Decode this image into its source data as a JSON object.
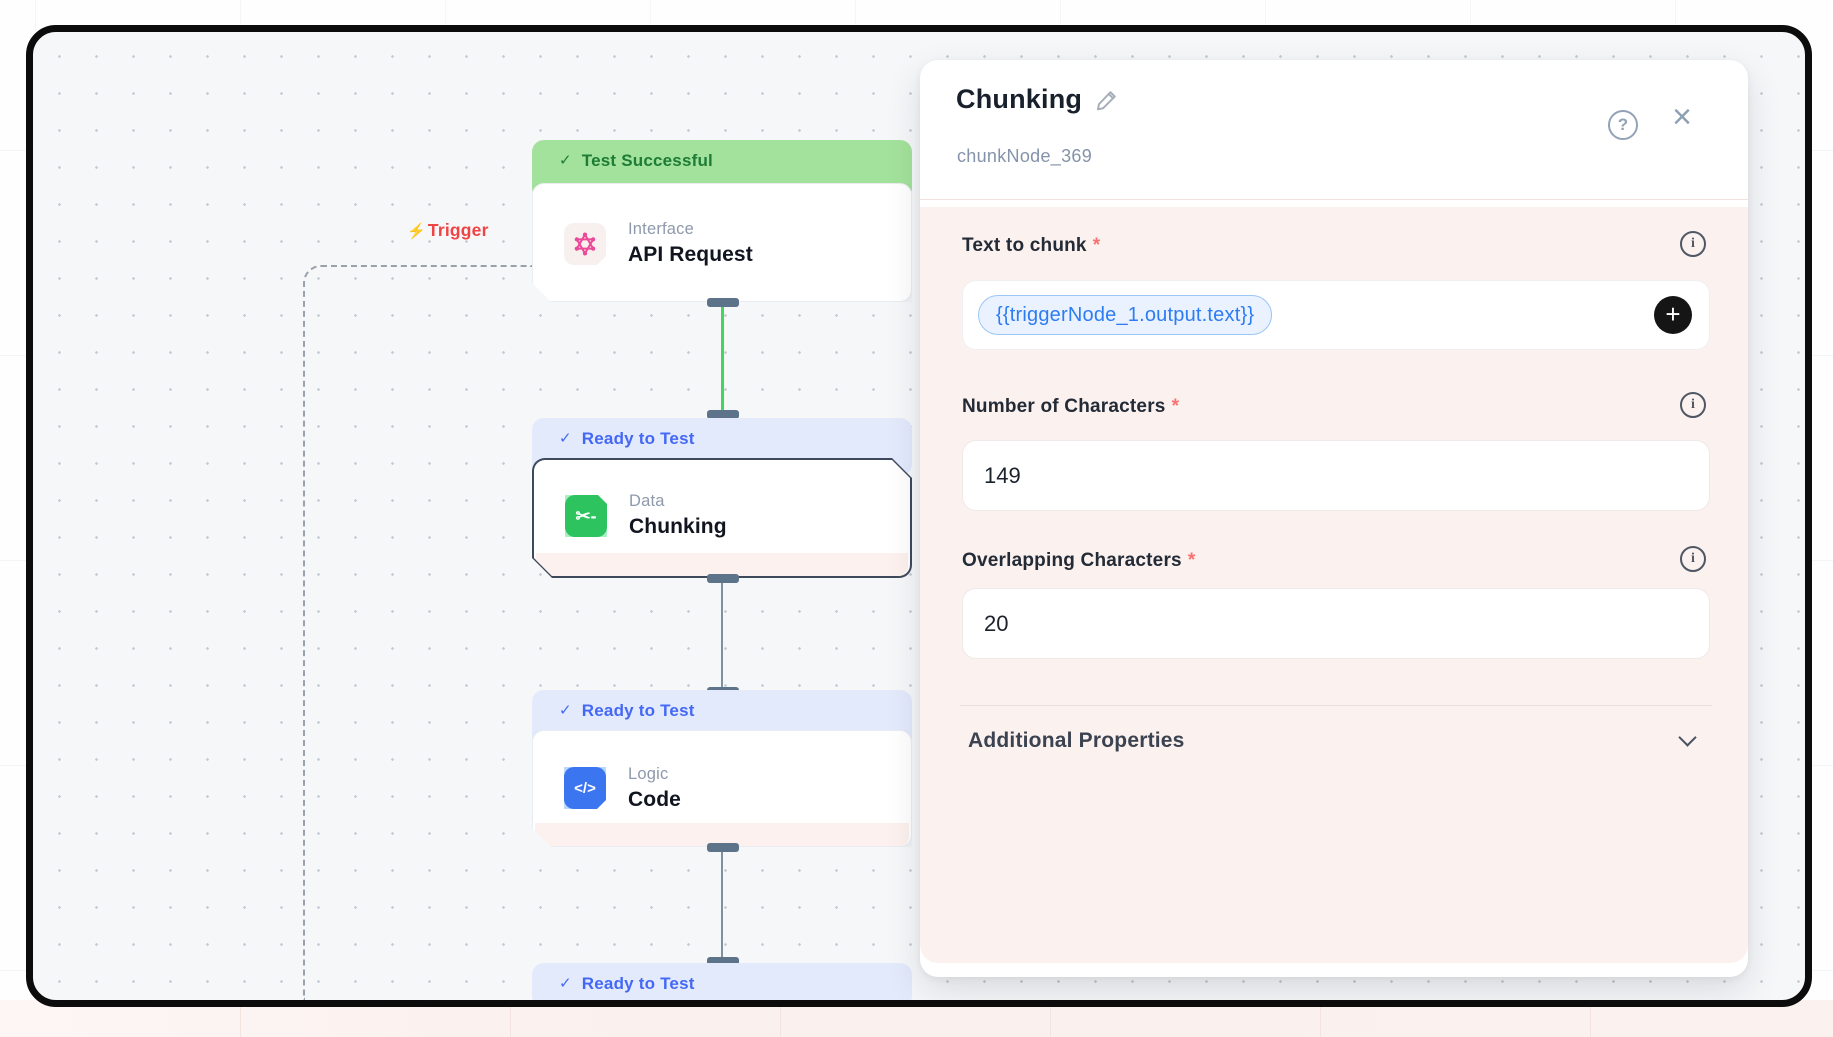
{
  "icons": {
    "check": "✓",
    "bolt": "⚡",
    "question": "?",
    "close": "×",
    "plus": "+",
    "info": "i",
    "scissors": "✂-",
    "code": "</>"
  },
  "colors": {
    "success_badge_bg": "#a3e29c",
    "success_badge_text": "#1d7c35",
    "ready_badge_bg": "#e3eafc",
    "ready_badge_text": "#4468f5",
    "trigger_red": "#f04343",
    "data_icon_green": "#2dc45f",
    "logic_icon_blue": "#3b76f0",
    "interface_icon_pink": "#ec4899",
    "token_blue": "#2e7cf2",
    "connector_green": "#43d55e",
    "connector_gray": "#7e90a2",
    "selected_border": "#3e4a5b"
  },
  "canvas": {
    "trigger_label": "Trigger",
    "nodes": [
      {
        "status": "Test Successful",
        "category": "Interface",
        "title": "API Request"
      },
      {
        "status": "Ready to Test",
        "category": "Data",
        "title": "Chunking"
      },
      {
        "status": "Ready to Test",
        "category": "Logic",
        "title": "Code"
      },
      {
        "status": "Ready to Test"
      }
    ]
  },
  "panel": {
    "title": "Chunking",
    "subtitle": "chunkNode_369",
    "required_mark": "*",
    "fields": [
      {
        "label": "Text to chunk",
        "token": "{{triggerNode_1.output.text}}"
      },
      {
        "label": "Number of Characters",
        "value": "149"
      },
      {
        "label": "Overlapping Characters",
        "value": "20"
      }
    ],
    "additional_properties_label": "Additional Properties"
  }
}
